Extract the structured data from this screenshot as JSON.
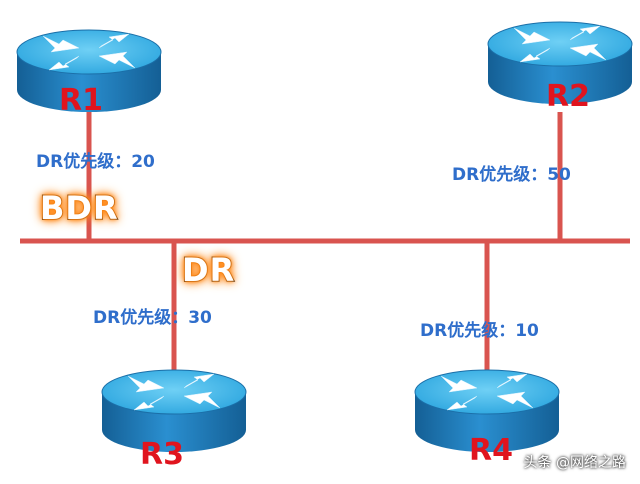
{
  "routers": {
    "r1": {
      "name": "R1",
      "priority": "DR优先级：20"
    },
    "r2": {
      "name": "R2",
      "priority": "DR优先级：50"
    },
    "r3": {
      "name": "R3",
      "priority": "DR优先级：30"
    },
    "r4": {
      "name": "R4",
      "priority": "DR优先级：10"
    }
  },
  "roles": {
    "bdr": "BDR",
    "dr": "DR"
  },
  "watermark": "头条 @网络之路",
  "colors": {
    "link": "#d9544f",
    "router_top": "#3fb3e6",
    "router_side": "#1c79b8",
    "router_label": "#e0141e",
    "priority_text": "#2f6ecb",
    "role_glow": "#ff8a1a"
  }
}
